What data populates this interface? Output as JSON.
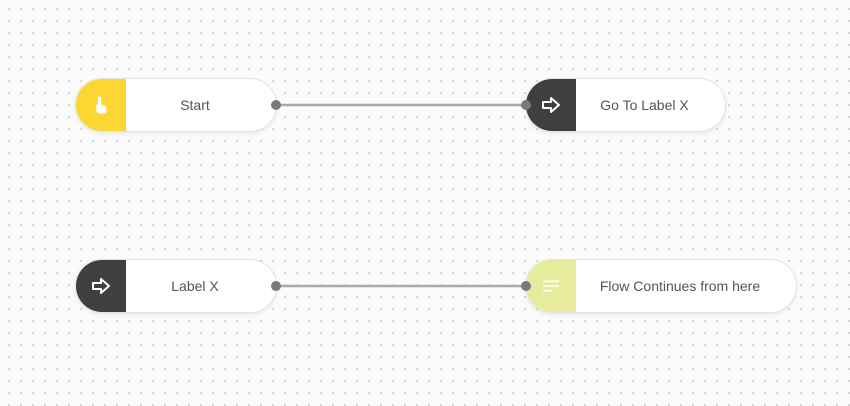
{
  "canvas": {
    "background": "#fbfbfb",
    "dot_color": "#d4d4d4"
  },
  "nodes": {
    "start": {
      "label": "Start",
      "icon": "hand-pointer-icon",
      "accent": "#fcd733"
    },
    "goto_label": {
      "label": "Go To Label X",
      "icon": "arrow-right-icon",
      "accent": "#3f3f3f"
    },
    "label_x": {
      "label": "Label X",
      "icon": "arrow-right-icon",
      "accent": "#3f3f3f"
    },
    "flow_continues": {
      "label": "Flow Continues from here",
      "icon": "text-lines-icon",
      "accent": "#e6ec9c"
    }
  },
  "connections": [
    {
      "from": "start",
      "to": "goto_label"
    },
    {
      "from": "label_x",
      "to": "flow_continues"
    }
  ]
}
